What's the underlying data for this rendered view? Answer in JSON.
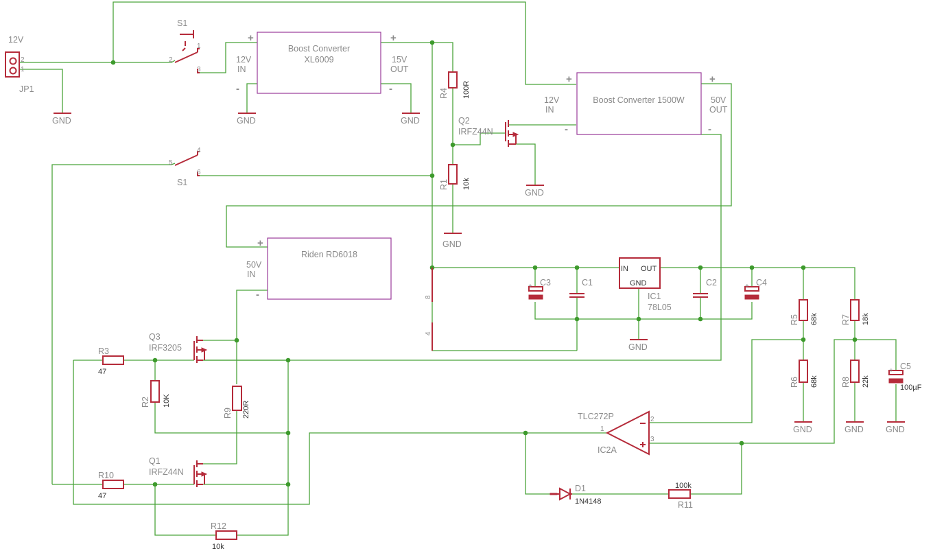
{
  "jp1": {
    "name": "JP1",
    "value": "12V",
    "pin1": "1",
    "pin2": "2"
  },
  "gnd": "GND",
  "s1": {
    "name": "S1",
    "p1": "1",
    "p2": "2",
    "p3": "3",
    "p4": "4",
    "p5": "5",
    "p6": "6"
  },
  "plus": "+",
  "minus": "-",
  "xl6009": {
    "title": "Boost Converter",
    "model": "XL6009",
    "in_v": "12V",
    "in": "IN",
    "out_v": "15V",
    "out": "OUT"
  },
  "boost1500": {
    "title": "Boost Converter 1500W",
    "in_v": "12V",
    "in": "IN",
    "out_v": "50V",
    "out": "OUT"
  },
  "riden": {
    "title": "Riden RD6018",
    "in_v": "50V",
    "in": "IN"
  },
  "r4": {
    "name": "R4",
    "value": "100R"
  },
  "r1": {
    "name": "R1",
    "value": "10k"
  },
  "q2": {
    "name": "Q2",
    "value": "IRFZ44N"
  },
  "q3": {
    "name": "Q3",
    "value": "IRF3205"
  },
  "q1": {
    "name": "Q1",
    "value": "IRFZ44N"
  },
  "r3": {
    "name": "R3",
    "value": "47"
  },
  "r2": {
    "name": "R2",
    "value": "10K"
  },
  "r9": {
    "name": "R9",
    "value": "220R"
  },
  "r10": {
    "name": "R10",
    "value": "47"
  },
  "r12": {
    "name": "R12",
    "value": "10k"
  },
  "ic1": {
    "name": "IC1",
    "value": "78L05",
    "in": "IN",
    "out": "OUT",
    "gnd": "GND",
    "pin8": "8",
    "pin4": "4"
  },
  "c1": "C1",
  "c2": "C2",
  "c3": "C3",
  "c4": "C4",
  "c5": {
    "name": "C5",
    "value": "100µF"
  },
  "r5": {
    "name": "R5",
    "value": "68k"
  },
  "r6": {
    "name": "R6",
    "value": "68k"
  },
  "r7": {
    "name": "R7",
    "value": "18k"
  },
  "r8": {
    "name": "R8",
    "value": "22k"
  },
  "ic2": {
    "name": "IC2A",
    "value": "TLC272P",
    "pin1": "1",
    "pin2": "2",
    "pin3": "3"
  },
  "d1": {
    "name": "D1",
    "value": "1N4148"
  },
  "r11": {
    "name": "R11",
    "value": "100k"
  }
}
